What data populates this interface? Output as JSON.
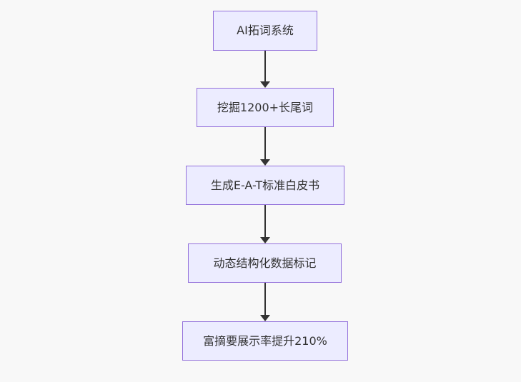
{
  "diagram": {
    "type": "flowchart-top-down",
    "nodes": [
      {
        "id": "n1",
        "label": "AI拓词系统"
      },
      {
        "id": "n2",
        "label": "挖掘1200+长尾词"
      },
      {
        "id": "n3",
        "label": "生成E-A-T标准白皮书"
      },
      {
        "id": "n4",
        "label": "动态结构化数据标记"
      },
      {
        "id": "n5",
        "label": "富摘要展示率提升210%"
      }
    ],
    "edges": [
      {
        "from": "n1",
        "to": "n2",
        "style": "arrow-down"
      },
      {
        "from": "n2",
        "to": "n3",
        "style": "arrow-down"
      },
      {
        "from": "n3",
        "to": "n4",
        "style": "arrow-down"
      },
      {
        "from": "n4",
        "to": "n5",
        "style": "arrow-down"
      }
    ]
  },
  "colors": {
    "background": "#f8f8f8",
    "node_fill": "#ECECFF",
    "node_border": "#9370DB",
    "text": "#333333",
    "arrow": "#333333"
  }
}
